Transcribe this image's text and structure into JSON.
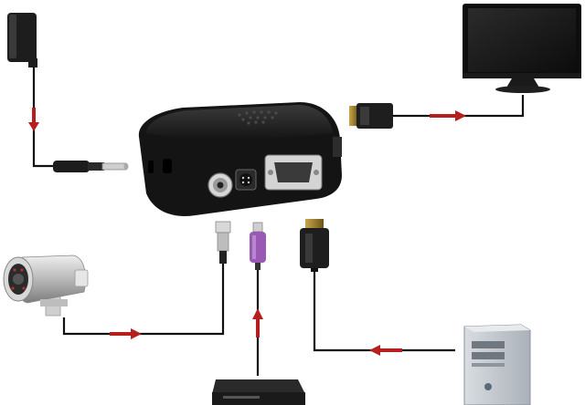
{
  "diagram": {
    "devices": [
      {
        "id": "power-adapter",
        "icon": "power-adapter-icon"
      },
      {
        "id": "converter-box",
        "icon": "bnc-svideo-to-vga-converter-icon"
      },
      {
        "id": "lcd-monitor",
        "icon": "monitor-icon"
      },
      {
        "id": "cctv-camera",
        "icon": "security-camera-icon"
      },
      {
        "id": "dvd-player",
        "icon": "dvd-player-icon"
      },
      {
        "id": "desktop-pc",
        "icon": "computer-tower-icon"
      }
    ],
    "connectors": [
      {
        "id": "dc-plug",
        "icon": "dc-barrel-plug-icon"
      },
      {
        "id": "vga-out-plug",
        "icon": "vga-plug-icon"
      },
      {
        "id": "bnc-plug",
        "icon": "bnc-plug-icon"
      },
      {
        "id": "svideo-plug",
        "icon": "svideo-plug-icon",
        "color": "#9b59b6"
      },
      {
        "id": "vga-in-plug",
        "icon": "vga-plug-icon"
      }
    ],
    "flows": [
      {
        "from": "power-adapter",
        "to": "converter-box"
      },
      {
        "from": "converter-box",
        "to": "lcd-monitor"
      },
      {
        "from": "cctv-camera",
        "to": "converter-box"
      },
      {
        "from": "dvd-player",
        "to": "converter-box"
      },
      {
        "from": "desktop-pc",
        "to": "converter-box"
      }
    ],
    "colors": {
      "cable": "#111111",
      "arrow": "#b5201f",
      "device_body": "#1c1c1c",
      "svideo": "#9b59b6"
    }
  }
}
